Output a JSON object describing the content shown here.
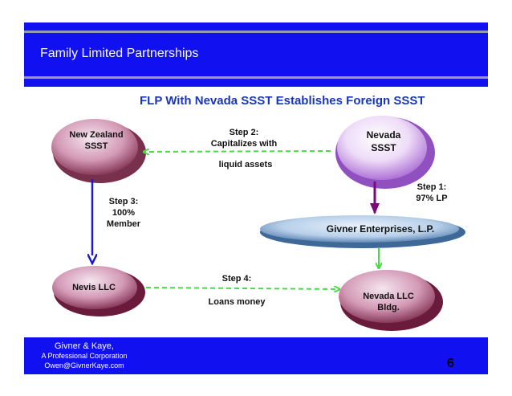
{
  "header": {
    "title": "Family Limited Partnerships"
  },
  "slide_title": "FLP With Nevada SSST Establishes Foreign SSST",
  "nodes": {
    "new_zealand": {
      "line1": "New Zealand",
      "line2": "SSST"
    },
    "nevada_ssst": {
      "line1": "Nevada",
      "line2": "SSST"
    },
    "givner": {
      "label": "Givner Enterprises, L.P."
    },
    "nevis": {
      "label": "Nevis LLC"
    },
    "nevada_llc": {
      "line1": "Nevada LLC",
      "line2": "Bldg."
    }
  },
  "steps": {
    "step1": {
      "title": "Step 1:",
      "text": "97% LP"
    },
    "step2": {
      "title": "Step 2:",
      "line1": "Capitalizes with",
      "line2": "liquid assets"
    },
    "step3": {
      "title": "Step 3:",
      "line1": "100%",
      "line2": "Member"
    },
    "step4": {
      "title": "Step 4:",
      "text": "Loans money"
    }
  },
  "colors": {
    "header_blue": "#1010f0",
    "title_blue": "#1a36b8",
    "arrow_green": "#44dd44",
    "arrow_purple": "#7a0a7a",
    "arrow_blue": "#1a1ad0"
  },
  "footer": {
    "firm": "Givner & Kaye,",
    "corp": "A Professional Corporation",
    "email": "Owen@GivnerKaye.com",
    "page": "6"
  }
}
